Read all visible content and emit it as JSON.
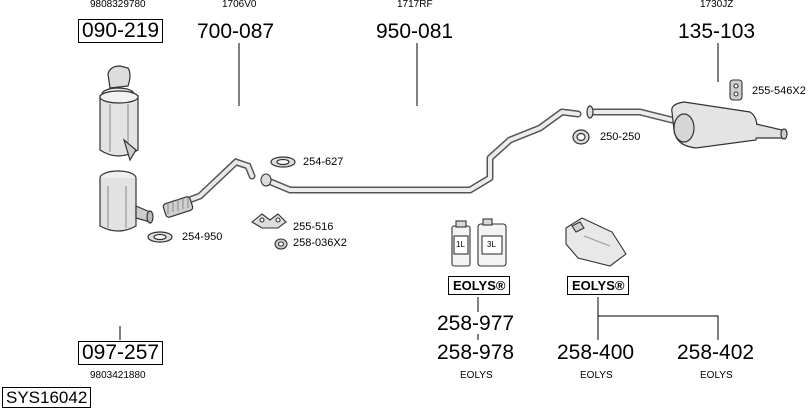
{
  "parts": {
    "p090_219": {
      "ref": "9808329780",
      "number": "090-219"
    },
    "p700_087": {
      "ref": "1706V0",
      "number": "700-087"
    },
    "p950_081": {
      "ref": "1717RF",
      "number": "950-081"
    },
    "p135_103": {
      "ref": "1730JZ",
      "number": "135-103"
    },
    "p097_257": {
      "ref": "9803421880",
      "number": "097-257"
    }
  },
  "small_parts": {
    "c255_546x2": "255-546X2",
    "c250_250": "250-250",
    "c254_627": "254-627",
    "c255_516": "255-516",
    "c258_036x2": "258-036X2",
    "c254_950": "254-950"
  },
  "eolys": {
    "badge_left": "EOLYS®",
    "badge_right": "EOLYS®",
    "bottle_1": "1L",
    "bottle_2": "3L",
    "p258_977": "258-977",
    "p258_978": "258-978",
    "p258_400": "258-400",
    "p258_402": "258-402",
    "caption_1": "EOLYS",
    "caption_2": "EOLYS",
    "caption_3": "EOLYS"
  },
  "system_id": "SYS16042"
}
